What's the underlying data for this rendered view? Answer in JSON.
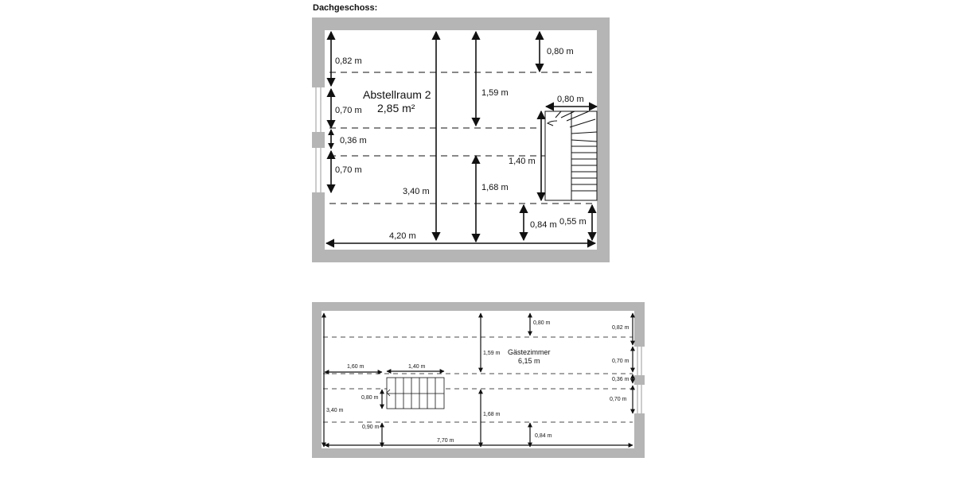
{
  "page_title": "Dachgeschoss:",
  "plan1": {
    "room_name": "Abstellraum 2",
    "room_area": "2,85 m²",
    "dims": {
      "d082": "0,82 m",
      "d070a": "0,70 m",
      "d036": "0,36 m",
      "d070b": "0,70 m",
      "d340": "3,40 m",
      "d159": "1,59 m",
      "d168": "1,68 m",
      "d080top": "0,80 m",
      "d080stair": "0,80 m",
      "d140": "1,40 m",
      "d084": "0,84 m",
      "d055": "0,55 m",
      "d420": "4,20 m"
    }
  },
  "plan2": {
    "room_name": "Gästezimmer",
    "room_area": "6,15 m",
    "dims": {
      "d080top": "0,80 m",
      "d082": "0,82 m",
      "d159": "1,59 m",
      "d160": "1,60 m",
      "d140": "1,40 m",
      "d070a": "0,70 m",
      "d036": "0,36 m",
      "d070b": "0,70 m",
      "d080stair": "0,80 m",
      "d340": "3,40 m",
      "d168": "1,68 m",
      "d090": "0,90 m",
      "d770": "7,70 m",
      "d084": "0,84 m"
    }
  },
  "colors": {
    "wall": "#b5b5b5",
    "floor": "#ffffff",
    "line": "#111111",
    "window": "#ffffff"
  }
}
